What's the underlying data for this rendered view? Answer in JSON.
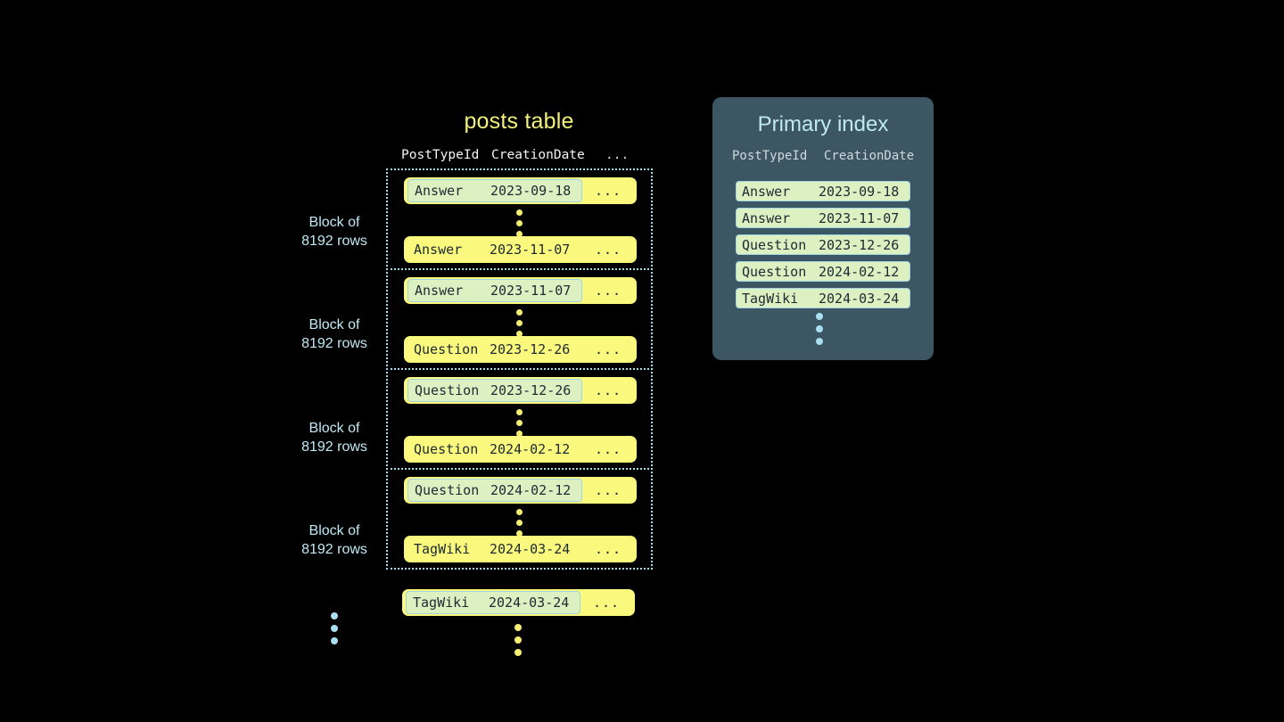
{
  "posts_table": {
    "title": "posts table",
    "columns": [
      "PostTypeId",
      "CreationDate",
      "..."
    ],
    "more_cell": "...",
    "block_label": "Block of\n8192 rows",
    "block_label_line1": "Block of",
    "block_label_line2": "8192 rows",
    "blocks": [
      {
        "label": "Block of 8192 rows",
        "first_row": {
          "post_type_id": "Answer",
          "creation_date": "2023-09-18",
          "more": "...",
          "highlighted": true
        },
        "last_row": {
          "post_type_id": "Answer",
          "creation_date": "2023-11-07",
          "more": "...",
          "highlighted": false
        }
      },
      {
        "label": "Block of 8192 rows",
        "first_row": {
          "post_type_id": "Answer",
          "creation_date": "2023-11-07",
          "more": "...",
          "highlighted": true
        },
        "last_row": {
          "post_type_id": "Question",
          "creation_date": "2023-12-26",
          "more": "...",
          "highlighted": false
        }
      },
      {
        "label": "Block of 8192 rows",
        "first_row": {
          "post_type_id": "Question",
          "creation_date": "2023-12-26",
          "more": "...",
          "highlighted": true
        },
        "last_row": {
          "post_type_id": "Question",
          "creation_date": "2024-02-12",
          "more": "...",
          "highlighted": false
        }
      },
      {
        "label": "Block of 8192 rows",
        "first_row": {
          "post_type_id": "Question",
          "creation_date": "2024-02-12",
          "more": "...",
          "highlighted": true
        },
        "last_row": {
          "post_type_id": "TagWiki",
          "creation_date": "2024-03-24",
          "more": "...",
          "highlighted": false
        }
      }
    ],
    "trailing_row": {
      "post_type_id": "TagWiki",
      "creation_date": "2024-03-24",
      "more": "...",
      "highlighted": true
    }
  },
  "primary_index": {
    "title": "Primary index",
    "columns": [
      "PostTypeId",
      "CreationDate"
    ],
    "entries": [
      {
        "post_type_id": "Answer",
        "creation_date": "2023-09-18"
      },
      {
        "post_type_id": "Answer",
        "creation_date": "2023-11-07"
      },
      {
        "post_type_id": "Question",
        "creation_date": "2023-12-26"
      },
      {
        "post_type_id": "Question",
        "creation_date": "2024-02-12"
      },
      {
        "post_type_id": "TagWiki",
        "creation_date": "2024-03-24"
      }
    ]
  },
  "colors": {
    "background": "#000000",
    "row_fill": "#fbf87e",
    "row_highlight_fill": "#ddf0c2",
    "row_highlight_border": "#9fd4e3",
    "block_border": "#a7dbe8",
    "panel_fill": "#3c5663",
    "title_yellow": "#f2f27a",
    "title_blue": "#bfe9f5",
    "dot_yellow": "#f4ee72",
    "dot_blue": "#a9dff0"
  }
}
